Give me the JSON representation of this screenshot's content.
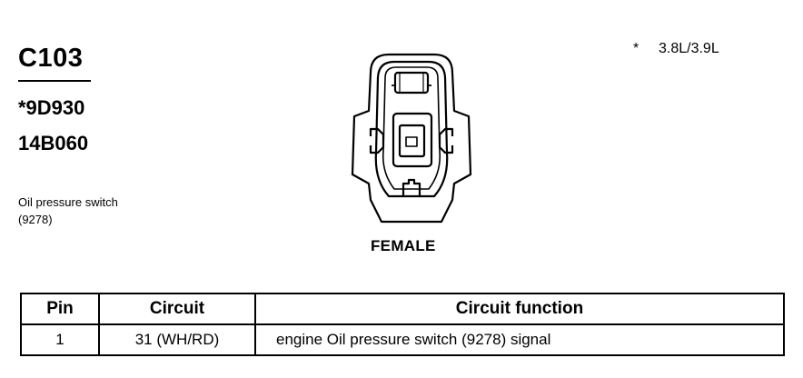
{
  "connector": {
    "id": "C103",
    "part_numbers": [
      "*9D930",
      "14B060"
    ],
    "description_lines": [
      "Oil pressure switch",
      "(9278)"
    ],
    "gender": "FEMALE"
  },
  "footnote": {
    "marker": "*",
    "text": "3.8L/3.9L"
  },
  "pin_table": {
    "headers": [
      "Pin",
      "Circuit",
      "Circuit function"
    ],
    "rows": [
      {
        "pin": "1",
        "circuit": "31 (WH/RD)",
        "function": "engine Oil pressure switch (9278) signal"
      }
    ]
  }
}
